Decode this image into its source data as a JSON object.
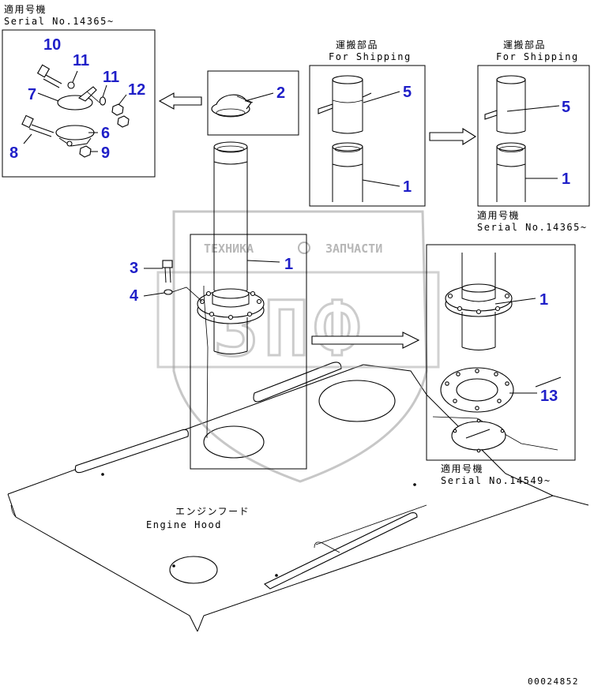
{
  "notes": {
    "top_left_jp": "適用号機",
    "top_left_serial": "Serial No.14365~",
    "ship1_jp": "運搬部品",
    "ship1_en": "For Shipping",
    "ship2_jp": "運搬部品",
    "ship2_en": "For Shipping",
    "right_jp": "適用号機",
    "right_serial": "Serial No.14365~",
    "bottom_right_jp": "適用号機",
    "bottom_right_serial": "Serial No.14549~",
    "hood_jp": "エンジンフード",
    "hood_en": "Engine Hood",
    "drawing_no": "00024852"
  },
  "watermark": {
    "left": "ТЕХНИКА",
    "right": "ЗАПЧАСТИ",
    "logo": "ЗПФ"
  },
  "callouts": {
    "c10": "10",
    "c11a": "11",
    "c11b": "11",
    "c7": "7",
    "c12": "12",
    "c6": "6",
    "c8": "8",
    "c9": "9",
    "c2": "2",
    "c5a": "5",
    "c1a": "1",
    "c5b": "5",
    "c1b": "1",
    "c3": "3",
    "c4": "4",
    "c1c": "1",
    "c1d": "1",
    "c13": "13"
  },
  "colors": {
    "callout": "#1f1fc8",
    "line": "#000000",
    "watermark": "#999999"
  }
}
